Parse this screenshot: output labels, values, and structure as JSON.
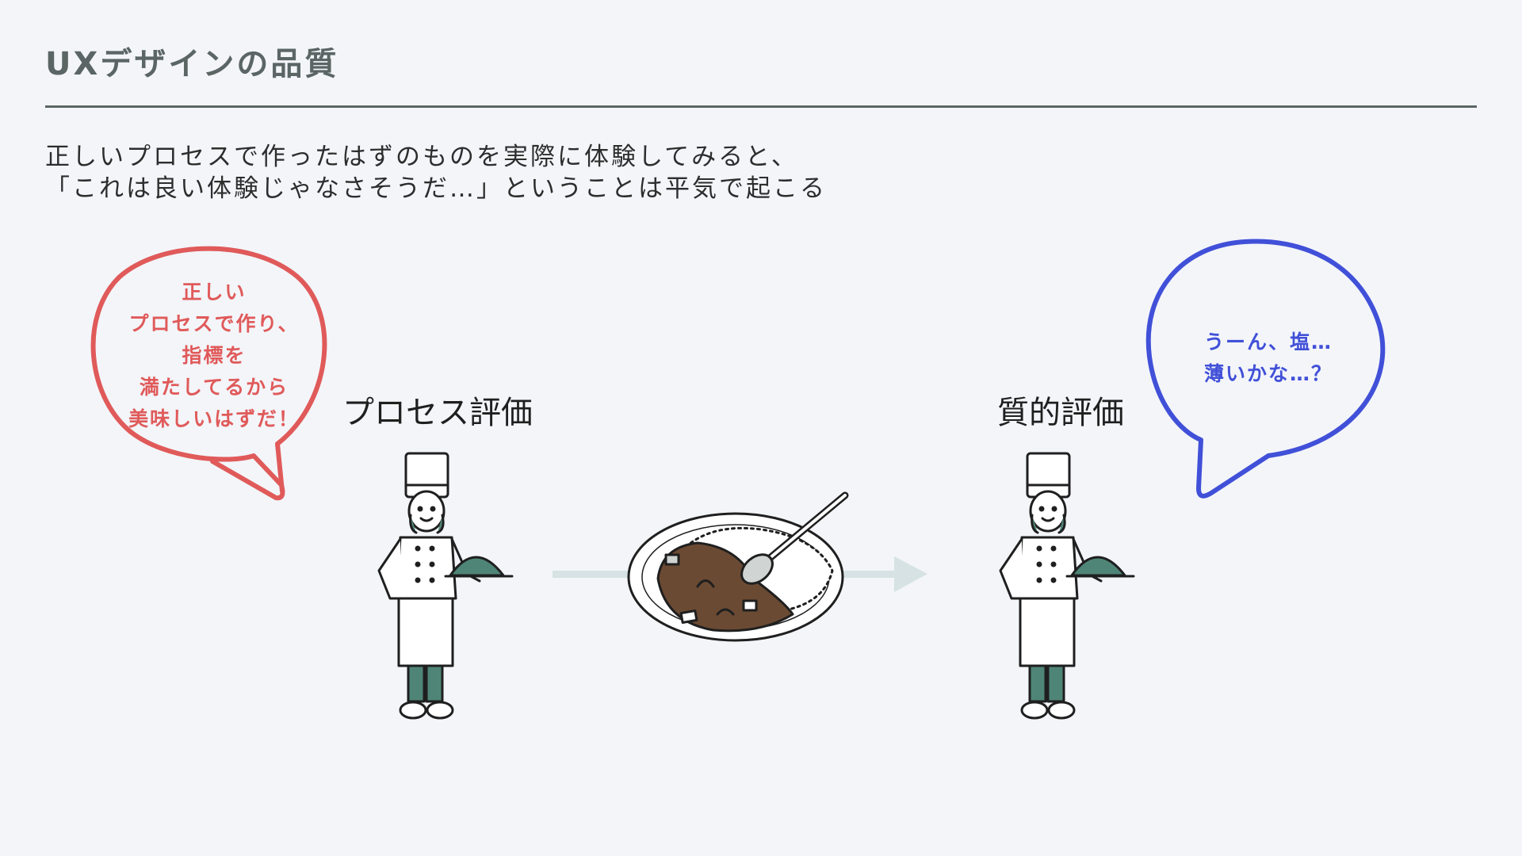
{
  "title": "UXデザインの品質",
  "description": {
    "line1": "正しいプロセスで作ったはずのものを実際に体験してみると、",
    "line2": "「これは良い体験じゃなさそうだ…」ということは平気で起こる"
  },
  "left_label": "プロセス評価",
  "right_label": "質的評価",
  "left_bubble": {
    "lines": [
      "正しい",
      "プロセスで作り、",
      "指標を",
      "満たしてるから",
      "美味しいはずだ！"
    ]
  },
  "right_bubble": {
    "lines": [
      "うーん、塩…",
      "薄いかな…？"
    ]
  },
  "colors": {
    "heading": "#5b6664",
    "left_bubble": "#e05a5a",
    "right_bubble": "#4150d8",
    "chef_accent": "#4f8577",
    "arrow": "#d6e2e3",
    "curry": "#6b4a33"
  }
}
